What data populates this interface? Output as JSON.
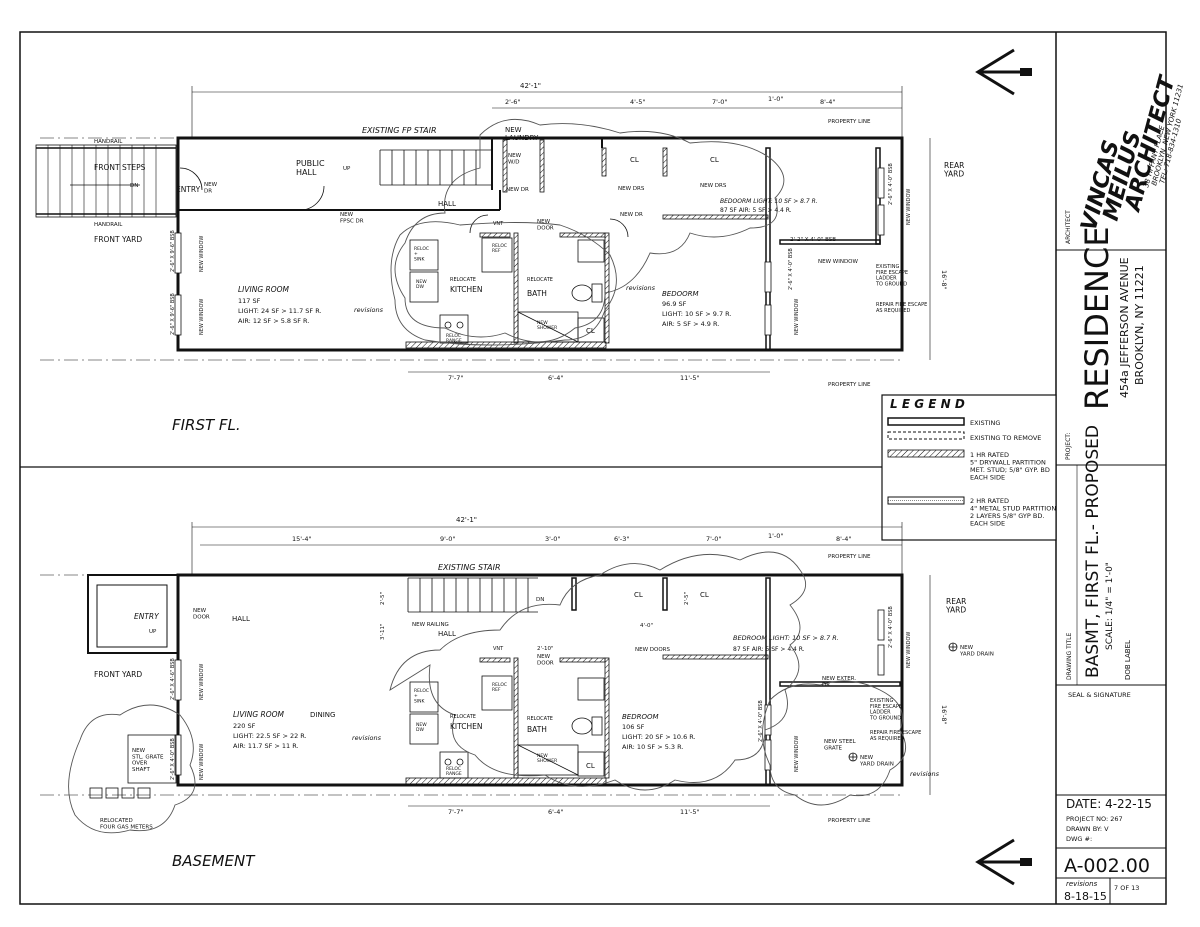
{
  "title_block": {
    "architect": [
      "VINCAS",
      "MEILUS",
      "ARCHITECT"
    ],
    "address": [
      "38 TIFFANY PLACE",
      "BROOKLYN, NEW YORK 11231",
      "TEL: 718-834-1310"
    ],
    "architect_caption": "ARCHITECT",
    "project_caption": "PROJECT:",
    "project_name": "RESIDENCE",
    "project_address": [
      "454a JEFFERSON AVENUE",
      "BROOKLYN, NY 11221"
    ],
    "drawing_title_caption": "DRAWING TITLE",
    "drawing_title": "BASMT, FIRST FL.- PROPOSED",
    "scale": "SCALE: 1/4\" = 1'-0\"",
    "dob_label": "DOB LABEL",
    "seal_label": "SEAL & SIGNATURE",
    "date": "DATE:   4-22-15",
    "project_no": "PROJECT NO:   267",
    "drawn_by": "DRAWN BY:       V",
    "dwg": "DWG #:",
    "sheet_number": "A-002.00",
    "revisions_label": "revisions",
    "revision_date": "8-18-15",
    "sheet_count": "7 OF 13"
  },
  "legend": {
    "title": "L E G E N D",
    "items": [
      {
        "label": "EXISTING"
      },
      {
        "label": "EXISTING TO REMOVE"
      },
      {
        "label": "1 HR RATED\n5\" DRYWALL PARTITION\nMET. STUD;  5/8\" GYP. BD\nEACH SIDE"
      },
      {
        "label": "2 HR RATED\n4\" METAL STUD PARTITION\n2 LAYERS 5/8\" GYP BD.\nEACH SIDE"
      }
    ]
  },
  "first_floor": {
    "title": "FIRST  FL.",
    "overall_dim": "42'-1\"",
    "top_dims": [
      "2'-6\"",
      "4'-5\"",
      "7'-0\"",
      "1'-0\"",
      "8'-4\""
    ],
    "bottom_dims": [
      "7'-7\"",
      "6'-4\"",
      "11'-5\""
    ],
    "side_dim": "16'-8\"",
    "labels": {
      "existing_fp_stair": "EXISTING FP STAIR",
      "handrail_top": "HANDRAIL",
      "front_steps": "FRONT STEPS",
      "dn": "DN",
      "handrail_bottom": "HANDRAIL",
      "front_yard": "FRONT YARD",
      "entry": "ENTRY",
      "new_dr": "NEW\nDR",
      "public_hall": "PUBLIC\nHALL",
      "up": "UP",
      "new_fpsc_dr": "NEW\nFPSC DR",
      "hall": "HALL",
      "new_laundry": "NEW\nLAUNDRY",
      "new_wd": "NEW\nW/D",
      "new_dr2": "NEW DR",
      "cl1": "CL",
      "cl2": "CL",
      "new_drs1": "NEW DRS",
      "new_drs2": "NEW DRS",
      "new_dr3": "NEW DR",
      "new_door": "NEW\nDOOR",
      "bedroom_top": "BEDOORM   LIGHT:  10 SF > 8.7 R.",
      "bedroom_top2": "87 SF        AIR:     5 SF > 4.4 R.",
      "new_window_bsb": "2'-2\" X 4'-0\" BSB",
      "new_window": "NEW WINDOW",
      "existing_fire_escape": "EXISTING\nFIRE ESCAPE\nLADDER\nTO GROUND",
      "repair_fire_escape": "REPAIR FIRE ESCAPE\nAS REQUIRED",
      "rear_yard": "REAR\nYARD",
      "property_line_top": "PROPERTY LINE",
      "property_line_bottom": "PROPERTY LINE",
      "living_room": "LIVING ROOM",
      "living_room_sf": "117 SF",
      "living_room_light": "LIGHT:   24 SF > 11.7 SF R.",
      "living_room_air": "AIR:   12 SF > 5.8 SF R.",
      "kitchen": "KITCHEN",
      "relocate_k": "RELOCATE",
      "bath": "BATH",
      "relocate_b": "RELOCATE",
      "bedroom": "BEDOORM",
      "bedroom_sf": "96.9 SF",
      "bedroom_light": "LIGHT:   10 SF > 9.7 R.",
      "bedroom_air": "AIR:      5 SF > 4.9 R.",
      "revisions1": "revisions",
      "revisions2": "revisions",
      "cl3": "CL",
      "new_shower": "NEW\nSHOWER",
      "reloc_sink": "RELOC\n+\nSINK",
      "new_dw": "NEW\nDW",
      "reloc_ref": "RELOC\nREF",
      "reloc_range": "RELOC\nRANGE",
      "window_l1": "2'-6\" X 9'-6\" BSB",
      "window_l2": "2'-6\" X 9'-6\" BSB",
      "new_window_l1": "NEW WINDOW",
      "new_window_l2": "NEW WINDOW",
      "window_r1": "2'-6\" X 4'-0\" BSB",
      "window_r2": "2'-6\" X 4'-0\" BSB",
      "new_window_r1": "NEW WINDOW",
      "new_window_r2": "NEW WINDOW",
      "vent": "VNT"
    }
  },
  "basement": {
    "title": "BASEMENT",
    "overall_dim": "42'-1\"",
    "top_dims": [
      "15'-4\"",
      "9'-0\"",
      "3'-0\"",
      "6'-3\"",
      "7'-0\"",
      "1'-0\"",
      "8'-4\""
    ],
    "bottom_dims": [
      "7'-7\"",
      "6'-4\"",
      "11'-5\""
    ],
    "side_dim": "16'-8\"",
    "labels": {
      "existing_stair": "EXISTING STAIR",
      "dn": "DN",
      "new_railing": "NEW RAILING",
      "hall": "HALL",
      "hall2": "HALL",
      "entry": "ENTRY",
      "up": "UP",
      "new_door": "NEW\nDOOR",
      "front_yard": "FRONT YARD",
      "living_room": "LIVING ROOM",
      "living_room_sf": "220 SF",
      "living_room_light": "LIGHT:   22.5 SF > 22 R.",
      "living_room_air": "AIR:   11.7 SF > 11 R.",
      "dining": "DINING",
      "kitchen": "KITCHEN",
      "relocate_k": "RELOCATE",
      "bath": "BATH",
      "relocate_b": "RELOCATE",
      "new_door2": "NEW\nDOOR",
      "new_doors": "NEW DOORS",
      "cl1": "CL",
      "cl2": "CL",
      "cl3": "CL",
      "bedroom_top": "BEDROOM   LIGHT:  10 SF > 8.7 R.",
      "bedroom_top2": "87 SF        AIR:     5 SF > 4.4 R.",
      "bedroom": "BEDROOM",
      "bedroom_sf": "106 SF",
      "bedroom_light": "LIGHT:   20 SF > 10.6 R.",
      "bedroom_air": "AIR:   10 SF > 5.3 R.",
      "rear_yard": "REAR\nYARD",
      "new_yard_drain": "NEW\nYARD DRAIN",
      "new_yard_drain2": "NEW\nYARD DRAIN",
      "new_exter_dr": "NEW EXTER.\nDR",
      "existing_fire_escape": "EXISTING\nFIRE ESCAPE\nLADDER\nTO GROUND",
      "repair_fire_escape": "REPAIR FIRE ESCAPE\nAS REQUIRED",
      "new_steel_grate": "NEW STEEL\nGRATE",
      "new_stl_grate": "NEW\nSTL. GRATE\nOVER\nSHAFT",
      "relocated_meters": "RELOCATED\nFOUR GAS METERS",
      "property_line_top": "PROPERTY LINE",
      "property_line_bottom": "PROPERTY LINE",
      "revisions1": "revisions",
      "revisions2": "revisions",
      "new_shower": "NEW\nSHOWER",
      "reloc_sink": "RELOC\n+\nSINK",
      "new_dw": "NEW\nDW",
      "reloc_ref": "RELOC\nREF",
      "reloc_range": "RELOC\nRANGE",
      "window_l1": "2'-6\" X 4'-6\" BSB",
      "window_l2": "2'-6\" X 4'-0\" BSB",
      "new_window_l1": "NEW WINDOW",
      "new_window_l2": "NEW WINDOW",
      "window_r1": "2'-6\" X 4'-0\" BSB",
      "window_r2": "2'-6\" X 4'-0\" BSB",
      "new_window_r1": "NEW WINDOW",
      "new_window_r2": "NEW WINDOW",
      "vent": "VNT",
      "dim_2_5": "2'-5\"",
      "dim_3_11": "3'-11\"",
      "dim_4_0": "4'-0\"",
      "dim_2_10": "2'-10\"",
      "dim_2_5b": "2'-5\""
    }
  }
}
